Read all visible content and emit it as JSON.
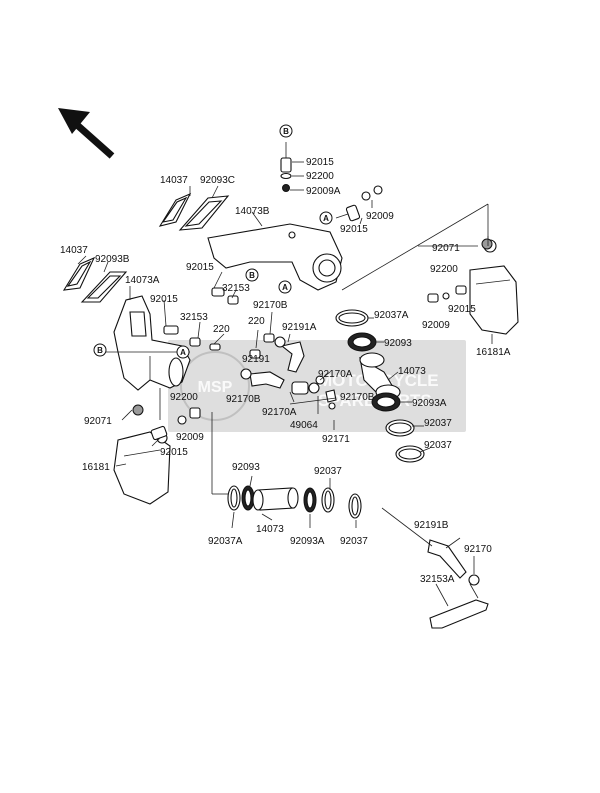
{
  "diagram": {
    "watermark": {
      "line1": "MOTORCYCLE",
      "line2": "SPAREPARTS",
      "badge": "MSP"
    },
    "callouts": [
      "A",
      "B"
    ],
    "part_labels": [
      "14037",
      "92093C",
      "14073B",
      "92015",
      "92200",
      "92009A",
      "92009",
      "92015",
      "14037",
      "92093B",
      "14073A",
      "92015",
      "32153",
      "220",
      "220",
      "92015",
      "32153",
      "92170B",
      "92191A",
      "92037A",
      "92071",
      "92200",
      "92015",
      "92009",
      "16181A",
      "92093",
      "92191",
      "92170A",
      "14073",
      "92200",
      "92170B",
      "92170A",
      "92170B",
      "92093A",
      "49064",
      "92037",
      "92071",
      "92009",
      "92015",
      "92171",
      "92037",
      "16181",
      "92093",
      "92037",
      "92037A",
      "14073",
      "92093A",
      "92037",
      "92191B",
      "92170",
      "32153A"
    ]
  }
}
